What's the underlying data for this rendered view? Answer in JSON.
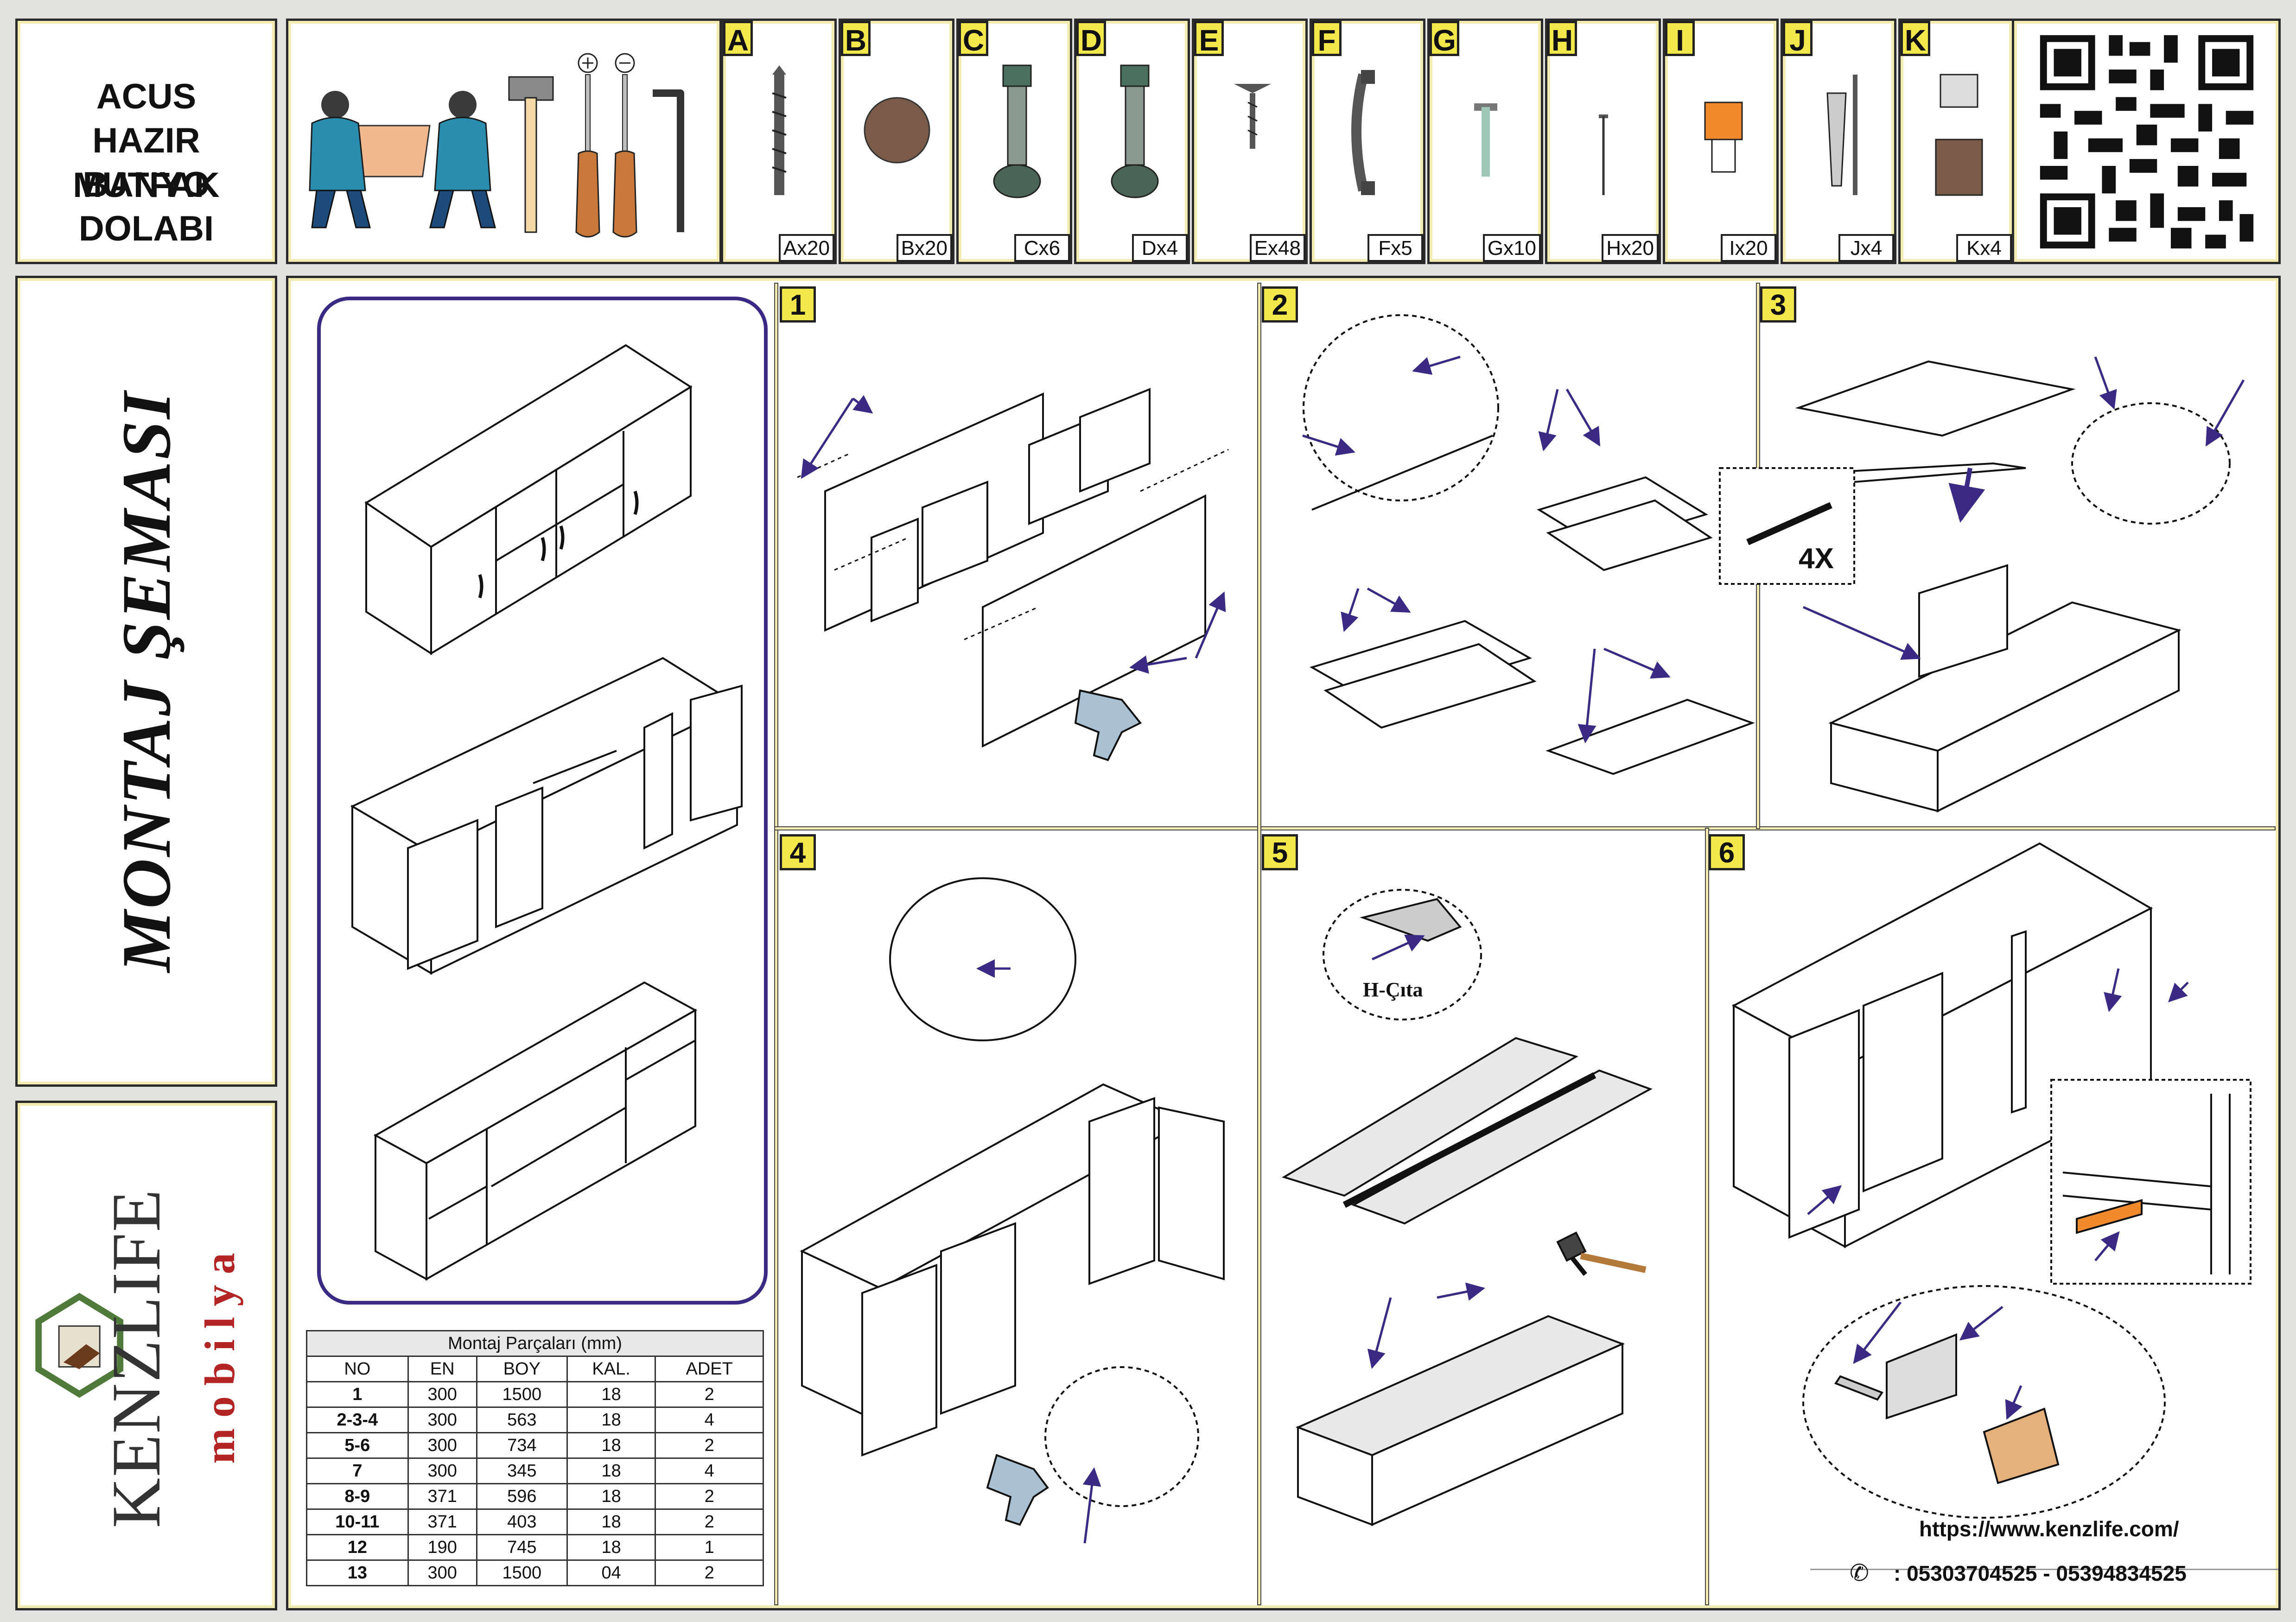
{
  "product": {
    "title_lines": [
      "ACUS",
      "HAZIR MUTFAK",
      "BANYO",
      "DOLABI"
    ]
  },
  "tools": [
    {
      "icon": "workers-holding-panel-icon"
    },
    {
      "icon": "hammer-icon"
    },
    {
      "icon": "phillips-screwdriver-icon"
    },
    {
      "icon": "flat-screwdriver-icon"
    },
    {
      "icon": "allen-key-icon"
    }
  ],
  "parts": [
    {
      "letter": "A",
      "qty": "Ax20",
      "icon": "cabinet-screw-icon"
    },
    {
      "letter": "B",
      "qty": "Bx20",
      "icon": "cover-cap-icon"
    },
    {
      "letter": "C",
      "qty": "Cx6",
      "icon": "hinge-icon"
    },
    {
      "letter": "D",
      "qty": "Dx4",
      "icon": "hinge-icon"
    },
    {
      "letter": "E",
      "qty": "Ex48",
      "icon": "wood-screw-icon"
    },
    {
      "letter": "F",
      "qty": "Fx5",
      "icon": "handle-icon"
    },
    {
      "letter": "G",
      "qty": "Gx10",
      "icon": "handle-screw-icon"
    },
    {
      "letter": "H",
      "qty": "Hx20",
      "icon": "nail-icon"
    },
    {
      "letter": "I",
      "qty": "Ix20",
      "icon": "shelf-pin-icon"
    },
    {
      "letter": "J",
      "qty": "Jx4",
      "icon": "wall-plug-screw-icon"
    },
    {
      "letter": "K",
      "qty": "Kx4",
      "icon": "hanging-bracket-icon"
    }
  ],
  "sidebar": {
    "vertical_title": "MONTAJ ŞEMASI"
  },
  "brand": {
    "name": "KENZLIFE",
    "sub": "m o b i l y a",
    "accent": "#b32424"
  },
  "steps": [
    "1",
    "2",
    "3",
    "4",
    "5",
    "6"
  ],
  "labels": {
    "four_x": "4X",
    "h_cita": "H-Çıta",
    "website": "https://www.kenzlife.com/",
    "phone": ": 05303704525 - 05394834525"
  },
  "parts_table": {
    "caption": "Montaj Parçaları (mm)",
    "headers": [
      "NO",
      "EN",
      "BOY",
      "KAL.",
      "ADET"
    ],
    "rows": [
      [
        "1",
        "300",
        "1500",
        "18",
        "2"
      ],
      [
        "2-3-4",
        "300",
        "563",
        "18",
        "4"
      ],
      [
        "5-6",
        "300",
        "734",
        "18",
        "2"
      ],
      [
        "7",
        "300",
        "345",
        "18",
        "4"
      ],
      [
        "8-9",
        "371",
        "596",
        "18",
        "2"
      ],
      [
        "10-11",
        "371",
        "403",
        "18",
        "2"
      ],
      [
        "12",
        "190",
        "745",
        "18",
        "1"
      ],
      [
        "13",
        "300",
        "1500",
        "04",
        "2"
      ]
    ]
  },
  "colors": {
    "accent_yellow": "#f2e74b",
    "callout_purple": "#3b2a83",
    "frame_cream": "#f2ecb3"
  }
}
